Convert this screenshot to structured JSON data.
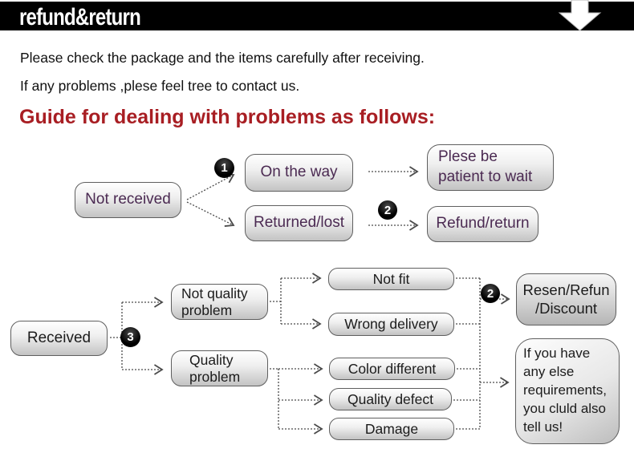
{
  "banner": {
    "title": "refund&return"
  },
  "icons": {
    "banner_arrow": "down-arrow"
  },
  "intro": {
    "line1": "Please check the package and the items carefully after receiving.",
    "line2": "If any problems ,plese feel tree to contact us."
  },
  "heading": {
    "text": "Guide for dealing with problems as follows:"
  },
  "badges": {
    "one": "1",
    "two": "2",
    "three": "3"
  },
  "flow1": {
    "not_received": "Not received",
    "on_the_way": "On the way",
    "returned_lost": "Returned/lost",
    "patient_lines": [
      "Plese be",
      "patient to wait"
    ],
    "refund_return": "Refund/return"
  },
  "flow2": {
    "received": "Received",
    "not_quality_problem": "Not quality problem",
    "quality_problem": "Quality problem",
    "not_fit": "Not fit",
    "wrong_delivery": "Wrong delivery",
    "color_different": "Color different",
    "quality_defect": "Quality defect",
    "damage": "Damage",
    "resolution_lines": [
      "Resen/Refun",
      "/Discount"
    ],
    "advice_lines": [
      "If you have",
      "any else",
      "requirements,",
      "you cluld also",
      "tell us!"
    ]
  },
  "colors": {
    "banner_bg": "#000000",
    "heading_red": "#a81e23",
    "flow1_text_purple": "#4b2a52",
    "flow2_text": "#1c1c1c",
    "box_border": "#5f5f5f"
  }
}
